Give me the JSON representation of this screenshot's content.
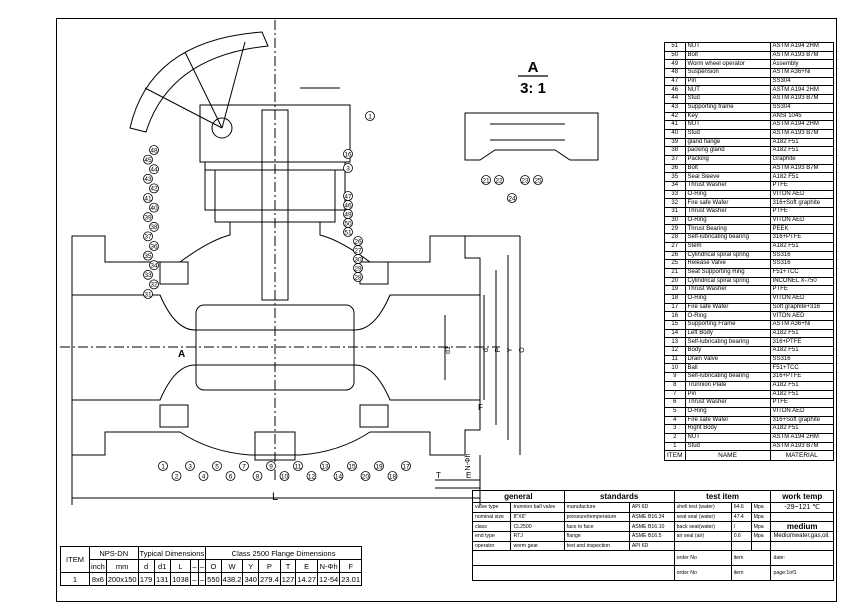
{
  "detail": {
    "letter": "A",
    "scale": "3: 1"
  },
  "section_label": "A",
  "dim_label_L": "L",
  "dim_label_T": "T",
  "dim_label_E": "E",
  "dim_label_F": "F",
  "dim_labels_vertical": [
    "d1",
    "d",
    "P",
    "Y",
    "O",
    "N-Φh"
  ],
  "callouts_top": [
    "1",
    "16",
    "3"
  ],
  "callouts_left": [
    "48",
    "45",
    "44",
    "43",
    "42",
    "41",
    "40",
    "39",
    "38",
    "37",
    "36",
    "35",
    "34",
    "33",
    "32",
    "31"
  ],
  "callouts_right": [
    "47",
    "46",
    "49",
    "50",
    "51",
    "26",
    "27",
    "30",
    "29",
    "28"
  ],
  "callouts_bottom": [
    "1",
    "2",
    "3",
    "4",
    "5",
    "6",
    "7",
    "8",
    "9",
    "10",
    "11",
    "12",
    "13",
    "14",
    "15",
    "20",
    "19",
    "18",
    "17"
  ],
  "callouts_detail": [
    "21",
    "22",
    "24",
    "23",
    "25"
  ],
  "parts": [
    [
      "51",
      "NUT",
      "ASTM A194 2HM"
    ],
    [
      "50",
      "Bolt",
      "ASTM A193 B7M"
    ],
    [
      "49",
      "Worm wheel operator",
      "Assembly"
    ],
    [
      "48",
      "Suspension",
      "ASTM A36+Ni"
    ],
    [
      "47",
      "Pin",
      "SS304"
    ],
    [
      "46",
      "NUT",
      "ASTM A194 2HM"
    ],
    [
      "44",
      "Stud",
      "ASTM A193 B7M"
    ],
    [
      "43",
      "Supporting frame",
      "SS304"
    ],
    [
      "42",
      "Key",
      "ANSI 1045"
    ],
    [
      "41",
      "NUT",
      "ASTM A194 2HM"
    ],
    [
      "40",
      "Stud",
      "ASTM A193 B7M"
    ],
    [
      "39",
      "gland flange",
      "A182 F51"
    ],
    [
      "38",
      "packing gland",
      "A182 F51"
    ],
    [
      "37",
      "Packing",
      "Graphite"
    ],
    [
      "36",
      "Bolt",
      "ASTM A193 B7M"
    ],
    [
      "35",
      "Seal Sleeve",
      "A182 F51"
    ],
    [
      "34",
      "Thrust Washer",
      "PTFE"
    ],
    [
      "33",
      "O-Ring",
      "VITON AED"
    ],
    [
      "32",
      "Fire safe Wafer",
      "316+Soft graphite"
    ],
    [
      "31",
      "Thrust Washer",
      "PTFE"
    ],
    [
      "30",
      "O-Ring",
      "VITON AED"
    ],
    [
      "29",
      "Thrust Bearing",
      "PEEK"
    ],
    [
      "28",
      "Self-lubricating bearing",
      "316+PTFE"
    ],
    [
      "27",
      "Stem",
      "A182 F51"
    ],
    [
      "26",
      "Cylindrical spiral spring",
      "SS316"
    ],
    [
      "25",
      "Release Valve",
      "SS316"
    ],
    [
      "21",
      "Seat Supporting Ring",
      "F51+TCC"
    ],
    [
      "20",
      "Cylindrical spiral spring",
      "INCONEL X-750"
    ],
    [
      "19",
      "Thrust Washer",
      "PTFE"
    ],
    [
      "18",
      "O-Ring",
      "VITON AED"
    ],
    [
      "17",
      "Fire safe Wafer",
      "Soft graphite+316"
    ],
    [
      "16",
      "O-Ring",
      "VITON AED"
    ],
    [
      "15",
      "Supporting Frame",
      "ASTM A36+Ni"
    ],
    [
      "14",
      "Left Body",
      "A182 F51"
    ],
    [
      "13",
      "Self-lubricating bearing",
      "316+PTFE"
    ],
    [
      "12",
      "Body",
      "A182 F51"
    ],
    [
      "11",
      "Drain Valve",
      "SS316"
    ],
    [
      "10",
      "Ball",
      "F51+TCC"
    ],
    [
      "9",
      "Self-lubricating bearing",
      "316+PTFE"
    ],
    [
      "8",
      "Trunnion Plate",
      "A182 F51"
    ],
    [
      "7",
      "Pin",
      "A182 F51"
    ],
    [
      "6",
      "Thrust Washer",
      "PTFE"
    ],
    [
      "5",
      "O-Ring",
      "VITON AED"
    ],
    [
      "4",
      "Fire safe Wafer",
      "316+Soft graphite"
    ],
    [
      "3",
      "Right Body",
      "A182 F51"
    ],
    [
      "2",
      "NUT",
      "ASTM A194 2HM"
    ],
    [
      "1",
      "Stud",
      "ASTM A193 B7M"
    ]
  ],
  "parts_header": [
    "ITEM",
    "NAME",
    "MATERIAL"
  ],
  "dims": {
    "item_label": "ITEM",
    "nps_label": "NPS-DN",
    "typical_label": "Typical Dimensions",
    "flange_label": "Class 2500 Flange Dimensions",
    "cols": [
      "inch",
      "mm",
      "d",
      "d1",
      "L",
      "–",
      "–",
      "O",
      "W",
      "Y",
      "P",
      "T",
      "E",
      "N-Φh",
      "F"
    ],
    "row": [
      "1",
      "8x6",
      "200x150",
      "179",
      "131",
      "1038",
      "–",
      "–",
      "550",
      "438.2",
      "340",
      "279.4",
      "127",
      "14.27",
      "12-54",
      "23.01"
    ]
  },
  "title_block": {
    "general": "general",
    "standards": "standards",
    "test_item": "test item",
    "work_temp": "work temp",
    "temp_value": "-29~121",
    "temp_unit": "℃",
    "medium": "medium",
    "medium_value": "Mediumwater,gas,oil.",
    "rows": [
      [
        "valve type",
        "trunnion ball valve",
        "manufacture",
        "API 6D",
        "shell test (water)",
        "64.6",
        "Mpa"
      ],
      [
        "nominal size",
        "8\"X6\"",
        "pressure/temperature",
        "ASME B16.34",
        "seat seal (water)",
        "47.4",
        "Mpa"
      ],
      [
        "class",
        "CL2500",
        "face to face",
        "ASME B16.10",
        "back seat(water)",
        "/",
        "Mpa"
      ],
      [
        "end type",
        "RTJ",
        "flange",
        "ASME B16.5",
        "air seal (air)",
        "0.6",
        "Mpa"
      ],
      [
        "operator",
        "worm gear",
        "test and inspection",
        "API 6D",
        "",
        "",
        ""
      ]
    ],
    "order_no": "order No",
    "item_label": "item",
    "date_label": "date:",
    "page_label": "page:1of1"
  }
}
